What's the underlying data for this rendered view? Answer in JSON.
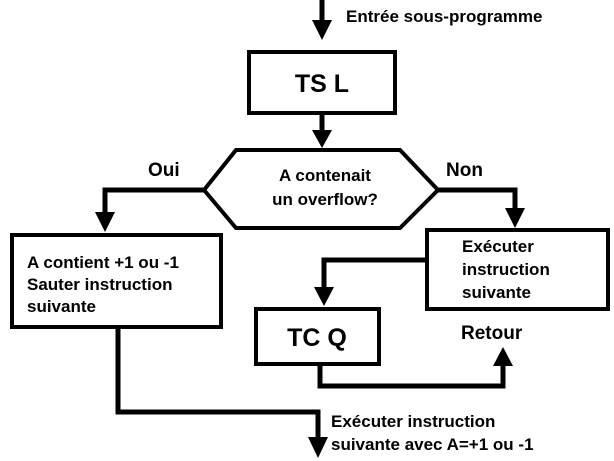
{
  "flowchart": {
    "entry_label": "Entrée sous-programme",
    "ts_box": "TS L",
    "decision": {
      "line1": "A contenait",
      "line2": "un overflow?"
    },
    "yes_label": "Oui",
    "no_label": "Non",
    "left_box": {
      "line1": "A contient +1 ou -1",
      "line2": "Sauter instruction",
      "line3": "suivante"
    },
    "right_box": {
      "line1": "Exécuter",
      "line2": "instruction",
      "line3": "suivante"
    },
    "tc_box": "TC Q",
    "return_label": "Retour",
    "exit_label": {
      "line1": "Exécuter instruction",
      "line2": "suivante avec A=+1 ou -1"
    }
  }
}
